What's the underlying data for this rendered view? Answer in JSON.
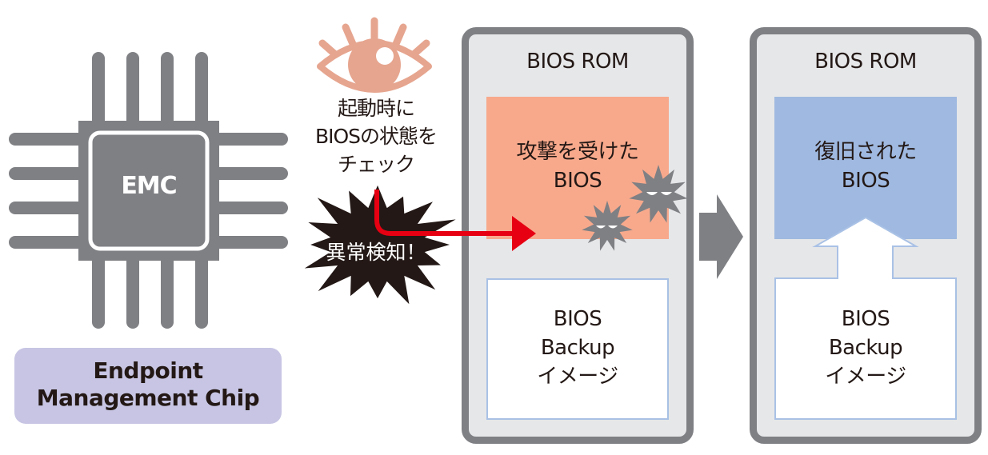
{
  "chip": {
    "label": "EMC",
    "name": "Endpoint\nManagement Chip",
    "colors": {
      "body": "#7f8084",
      "label_bg": "#c7c5e3"
    }
  },
  "monitor": {
    "icon": "eye-icon",
    "text": "起動時に\nBIOSの状態を\nチェック",
    "alert": "異常検知！",
    "colors": {
      "eye": "#e6a58f",
      "arrow": "#e60012",
      "burst": "#231815"
    }
  },
  "panels": [
    {
      "title": "BIOS ROM",
      "top_box": {
        "text": "攻撃を受けた\nBIOS",
        "color": "#f8a98c"
      },
      "bottom_box": {
        "text": "BIOS\nBackup\nイメージ"
      },
      "has_malware": true
    },
    {
      "title": "BIOS ROM",
      "top_box": {
        "text": "復旧された\nBIOS",
        "color": "#9fb9e0"
      },
      "bottom_box": {
        "text": "BIOS\nBackup\nイメージ"
      },
      "has_restore_arrow": true
    }
  ],
  "transition_icon": "right-arrow-icon",
  "colors": {
    "panel_border": "#7f8084",
    "panel_fill": "#e6e7e9",
    "backup_border": "#a9c1e5"
  }
}
